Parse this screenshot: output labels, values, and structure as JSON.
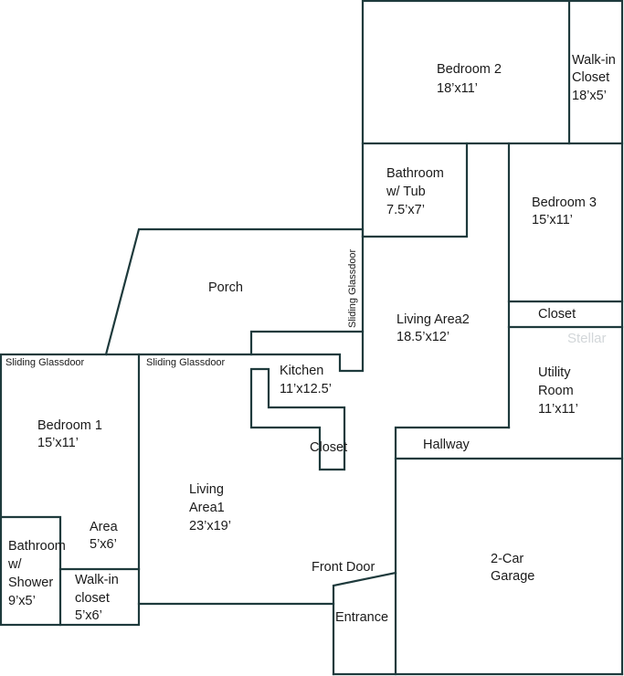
{
  "rooms": {
    "bedroom2": {
      "name": "Bedroom 2",
      "size": "18’x11’"
    },
    "walkin_closet_top": {
      "line1": "Walk-in",
      "line2": "Closet",
      "size": "18’x5’"
    },
    "bathroom_tub": {
      "line1": "Bathroom",
      "line2": "w/ Tub",
      "size": "7.5’x7’"
    },
    "bedroom3": {
      "name": "Bedroom 3",
      "size": "15’x11’"
    },
    "closet_right": {
      "name": "Closet"
    },
    "porch": {
      "name": "Porch"
    },
    "living_area2": {
      "name": "Living Area2",
      "size": "18.5’x12’"
    },
    "kitchen": {
      "name": "Kitchen",
      "size": "11’x12.5’"
    },
    "utility_room": {
      "line1": "Utility",
      "line2": "Room",
      "size": "11’x11’"
    },
    "closet_kitchen": {
      "name": "Closet"
    },
    "hallway": {
      "name": "Hallway"
    },
    "bedroom1": {
      "name": "Bedroom 1",
      "size": "15’x11’"
    },
    "area": {
      "name": "Area",
      "size": "5’x6’"
    },
    "living_area1": {
      "line1": "Living",
      "line2": "Area1",
      "size": "23’x19’"
    },
    "bathroom_shower": {
      "line1": "Bathroom",
      "line2": "w/",
      "line3": "Shower",
      "size": "9’x5’"
    },
    "walkin_closet_bottom": {
      "line1": "Walk-in",
      "line2": "closet",
      "size": "5’x6’"
    },
    "front_door": {
      "name": "Front Door"
    },
    "entrance": {
      "name": "Entrance"
    },
    "garage": {
      "line1": "2-Car",
      "line2": "Garage"
    }
  },
  "doors": {
    "sliding_left": "Sliding Glassdoor",
    "sliding_center": "Sliding Glassdoor",
    "sliding_vertical": "Sliding Glassdoor"
  },
  "watermark": "Stellar"
}
